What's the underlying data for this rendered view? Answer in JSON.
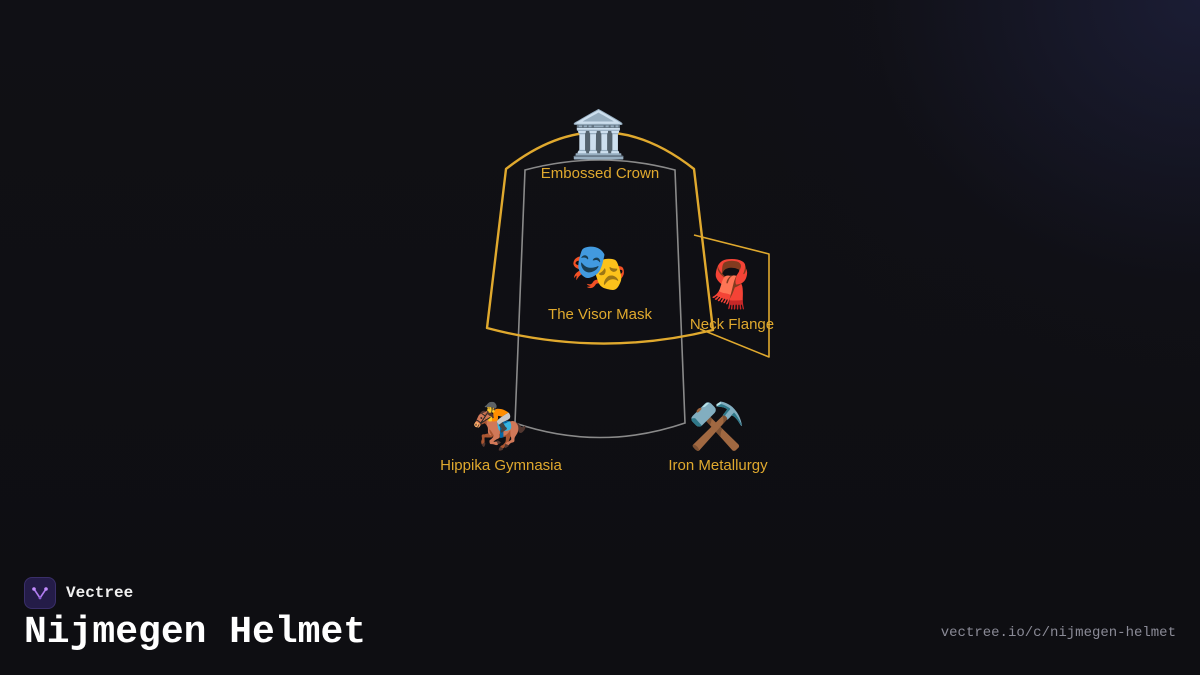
{
  "brand": {
    "name": "Vectree",
    "logo_icon": "vectree-logo-icon"
  },
  "title": "Nijmegen Helmet",
  "url": "vectree.io/c/nijmegen-helmet",
  "colors": {
    "accent": "#e0a92e",
    "outline_muted": "#8a8a8a",
    "background": "#0f0f13",
    "title": "#ffffff",
    "url": "#8a8a96"
  },
  "nodes": [
    {
      "id": "embossed-crown",
      "label": "Embossed Crown",
      "icon": "🏛️",
      "icon_name": "classical-building-icon"
    },
    {
      "id": "visor-mask",
      "label": "The Visor Mask",
      "icon": "🎭",
      "icon_name": "performing-arts-mask-icon"
    },
    {
      "id": "neck-flange",
      "label": "Neck Flange",
      "icon": "🧣",
      "icon_name": "scarf-icon"
    },
    {
      "id": "hippika-gymnasia",
      "label": "Hippika Gymnasia",
      "icon": "🏇",
      "icon_name": "horse-racing-icon"
    },
    {
      "id": "iron-metallurgy",
      "label": "Iron Metallurgy",
      "icon": "⚒️",
      "icon_name": "hammer-and-pick-icon"
    }
  ]
}
